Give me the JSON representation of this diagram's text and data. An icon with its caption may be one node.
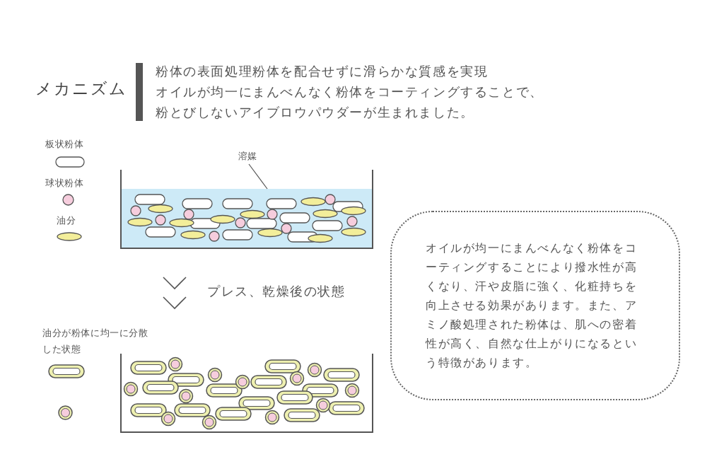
{
  "diagram": {
    "title": "メカニズム",
    "nodes": [
      {
        "text": [
          "溶媒"
        ]
      },
      {
        "text": [],
        "shape": "box"
      },
      {
        "text": [],
        "shape": "box",
        "in": 1
      },
      {
        "text": [],
        "shape": "box"
      },
      {
        "text": [
          "オイルが均一にまんべんなく粉体をコーティングすることにより撥水性が高くなり、汗や皮脂に強く、化粧持ちを向上させる効果があります。また、アミノ酸処理された粉体は、肌への密着性が高く、自然な仕上がりになるという特徴があります。"
        ]
      }
    ],
    "edges": [
      {
        "from": 0,
        "to": 2,
        "arrow": "none"
      }
    ],
    "labels": [
      "粉体の表面処理粉体を配合せずに滑らかな質感を実現",
      "オイルが均一にまんべんなく粉体をコーティングすることで、粉とびしないアイブロウパウダーが生まれました。",
      "プレス、乾燥後の状態",
      "油分が粉体に均一に分散した状態"
    ],
    "legend": [
      {
        "text": "板状粉体"
      },
      {
        "text": "球状粉体"
      },
      {
        "text": "油分"
      }
    ]
  }
}
